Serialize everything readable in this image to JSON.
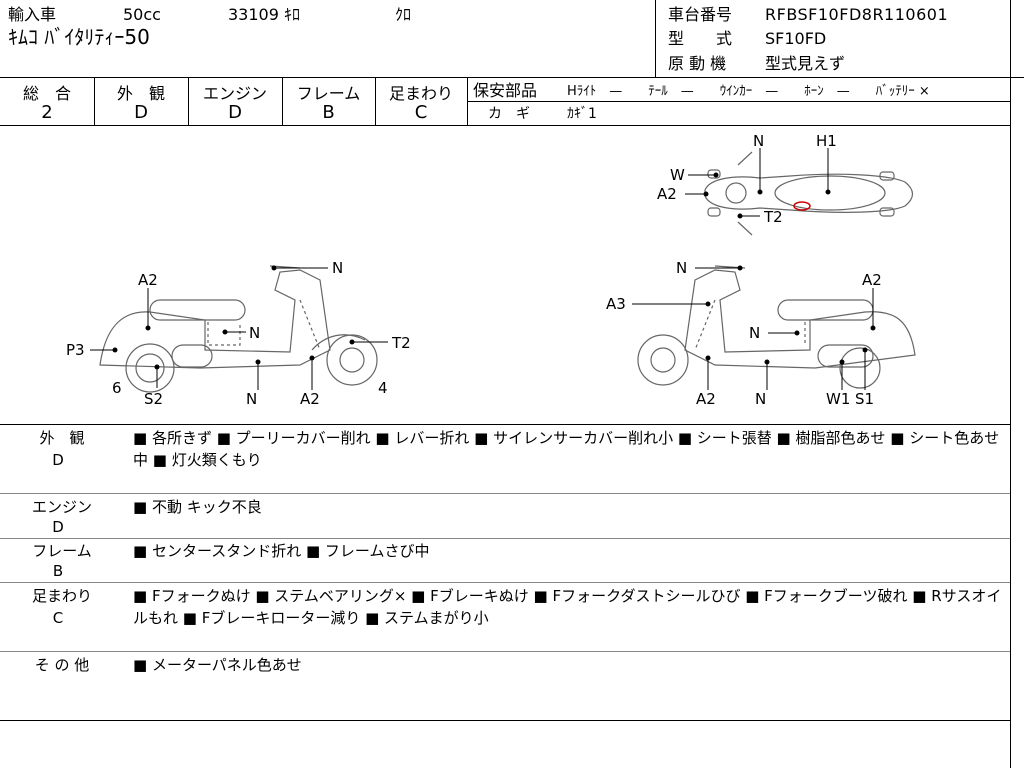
{
  "header": {
    "type_label": "輸入車",
    "displacement": "50cc",
    "mileage": "33109 ｷﾛ",
    "color": "ｸﾛ",
    "model_name": "ｷﾑｺ ﾊﾞｲﾀﾘﾃｨｰ50",
    "frame_no_label": "車台番号",
    "frame_no": "RFBSF10FD8R110601",
    "model_type_label": "型　　式",
    "model_type": "SF10FD",
    "engine_label": "原 動 機",
    "engine_value": "型式見えず"
  },
  "grades": [
    {
      "label": "総　合",
      "value": "2"
    },
    {
      "label": "外　観",
      "value": "D"
    },
    {
      "label": "エンジン",
      "value": "D"
    },
    {
      "label": "フレーム",
      "value": "B"
    },
    {
      "label": "足まわり",
      "value": "C"
    }
  ],
  "safety": {
    "label": "保安部品",
    "items": "Hﾗｲﾄ　—　　ﾃｰﾙ　—　　ｳｲﾝｶｰ　—　　ﾎｰﾝ　—　　ﾊﾞｯﾃﾘｰ ×",
    "key_label": "カ　ギ",
    "key_value": "ｶｷﾞ1"
  },
  "diagram_labels": {
    "left": [
      "A2",
      "N",
      "P3",
      "6",
      "S2",
      "N",
      "A2",
      "T2",
      "4",
      "N"
    ],
    "right": [
      "N",
      "A3",
      "N",
      "A2",
      "A2",
      "N",
      "W1",
      "S1"
    ],
    "top": [
      "N",
      "H1",
      "W",
      "A2",
      "T2"
    ]
  },
  "notes": [
    {
      "title": "外　観",
      "grade": "D",
      "text": "■ 各所きず ■ プーリーカバー削れ ■ レバー折れ ■ サイレンサーカバー削れ小 ■ シート張替 ■ 樹脂部色あせ ■ シート色あせ中 ■ 灯火類くもり"
    },
    {
      "title": "エンジン",
      "grade": "D",
      "text": "■ 不動 キック不良"
    },
    {
      "title": "フレーム",
      "grade": "B",
      "text": "■ センタースタンド折れ ■ フレームさび中"
    },
    {
      "title": "足まわり",
      "grade": "C",
      "text": "■ Fフォークぬけ ■ ステムベアリング× ■ Fブレーキぬけ ■ Fフォークダストシールひび ■ Fフォークブーツ破れ ■ Rサスオイルもれ ■ Fブレーキローター減り ■ ステムまがり小"
    },
    {
      "title": "そ の 他",
      "grade": "",
      "text": "■ メーターパネル色あせ"
    }
  ]
}
